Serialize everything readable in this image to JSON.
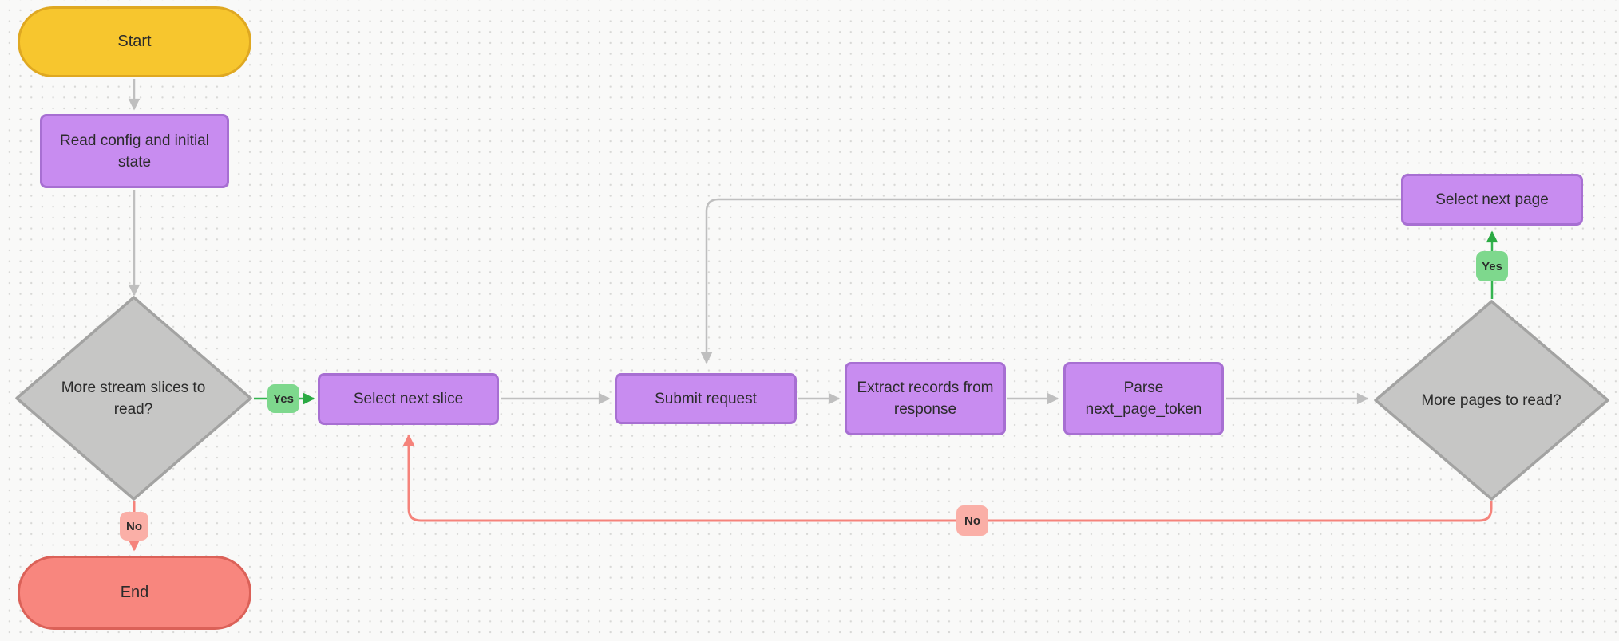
{
  "diagram": {
    "type": "flowchart",
    "palette": {
      "background": "#F9F9F8",
      "grid_dot": "#D8D8D6",
      "terminal_start_fill": "#F7C62E",
      "terminal_start_border": "#DFA821",
      "terminal_end_fill": "#F8867E",
      "terminal_end_border": "#DB6158",
      "process_fill": "#C88CF0",
      "process_border": "#A76FD2",
      "decision_fill": "#C6C6C5",
      "decision_border": "#A3A3A2",
      "edge_gray": "#BFBFBF",
      "edge_green": "#35B450",
      "edge_pink": "#F5837B",
      "label_green_bg": "#7ED88D",
      "label_pink_bg": "#FAAFA7",
      "text": "#2B2B2B"
    },
    "nodes": {
      "start": {
        "label": "Start",
        "shape": "stadium"
      },
      "read_config": {
        "label": "Read config and initial state",
        "shape": "rect"
      },
      "more_slices": {
        "label": "More stream slices to read?",
        "shape": "diamond"
      },
      "select_next_slice": {
        "label": "Select next slice",
        "shape": "rect"
      },
      "submit_request": {
        "label": "Submit request",
        "shape": "rect"
      },
      "extract_records": {
        "label": "Extract records from response",
        "shape": "rect"
      },
      "parse_token": {
        "label": "Parse next_page_token",
        "shape": "rect"
      },
      "more_pages": {
        "label": "More pages to read?",
        "shape": "diamond"
      },
      "select_next_page": {
        "label": "Select next page",
        "shape": "rect"
      },
      "end": {
        "label": "End",
        "shape": "stadium"
      }
    },
    "edges": [
      {
        "from": "start",
        "to": "read_config",
        "color": "gray",
        "label": ""
      },
      {
        "from": "read_config",
        "to": "more_slices",
        "color": "gray",
        "label": ""
      },
      {
        "from": "more_slices",
        "to": "select_next_slice",
        "color": "green",
        "label": "Yes"
      },
      {
        "from": "more_slices",
        "to": "end",
        "color": "pink",
        "label": "No"
      },
      {
        "from": "select_next_slice",
        "to": "submit_request",
        "color": "gray",
        "label": ""
      },
      {
        "from": "submit_request",
        "to": "extract_records",
        "color": "gray",
        "label": ""
      },
      {
        "from": "extract_records",
        "to": "parse_token",
        "color": "gray",
        "label": ""
      },
      {
        "from": "parse_token",
        "to": "more_pages",
        "color": "gray",
        "label": ""
      },
      {
        "from": "more_pages",
        "to": "select_next_page",
        "color": "green",
        "label": "Yes"
      },
      {
        "from": "select_next_page",
        "to": "submit_request",
        "color": "gray",
        "label": ""
      },
      {
        "from": "more_pages",
        "to": "select_next_slice",
        "color": "pink",
        "label": "No"
      }
    ]
  }
}
